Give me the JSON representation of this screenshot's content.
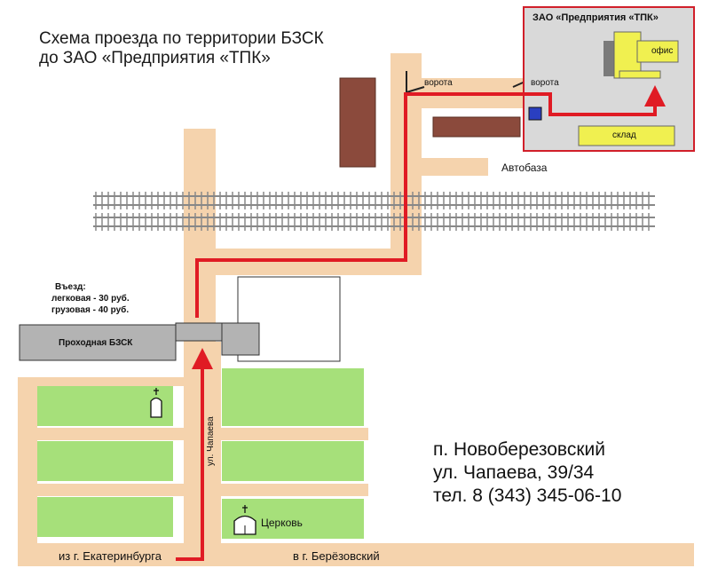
{
  "title": {
    "line1": "Схема проезда по территории БЗСК",
    "line2": "до ЗАО «Предприятия «ТПК»"
  },
  "destination": {
    "company": "ЗАО «Предприятия «ТПК»",
    "office": "офис",
    "warehouse": "склад"
  },
  "labels": {
    "gate1": "ворота",
    "gate2": "ворота",
    "autobase": "Автобаза",
    "checkpoint": "Проходная БЗСК",
    "street": "ул. Чапаева",
    "church": "Церковь",
    "from_city": "из г. Екатеринбурга",
    "to_city": "в г. Берёзовский"
  },
  "entry_fee": {
    "heading": "Въезд:",
    "car": "легковая - 30 руб.",
    "truck": "грузовая - 40 руб."
  },
  "address": {
    "line1": "п. Новоберезовский",
    "line2": "ул. Чапаева, 39/34",
    "line3": "тел. 8 (343) 345-06-10"
  },
  "colors": {
    "road": "#f5d3ad",
    "route": "#e01b24",
    "building": "#8b4a3c",
    "block": "#a6e07a",
    "checkpoint": "#b3b3b3",
    "destination_area": "#d9d9d9",
    "destination_building": "#f0f050"
  },
  "icons": [
    "church-icon",
    "chapel-icon",
    "route-arrow-icon"
  ]
}
